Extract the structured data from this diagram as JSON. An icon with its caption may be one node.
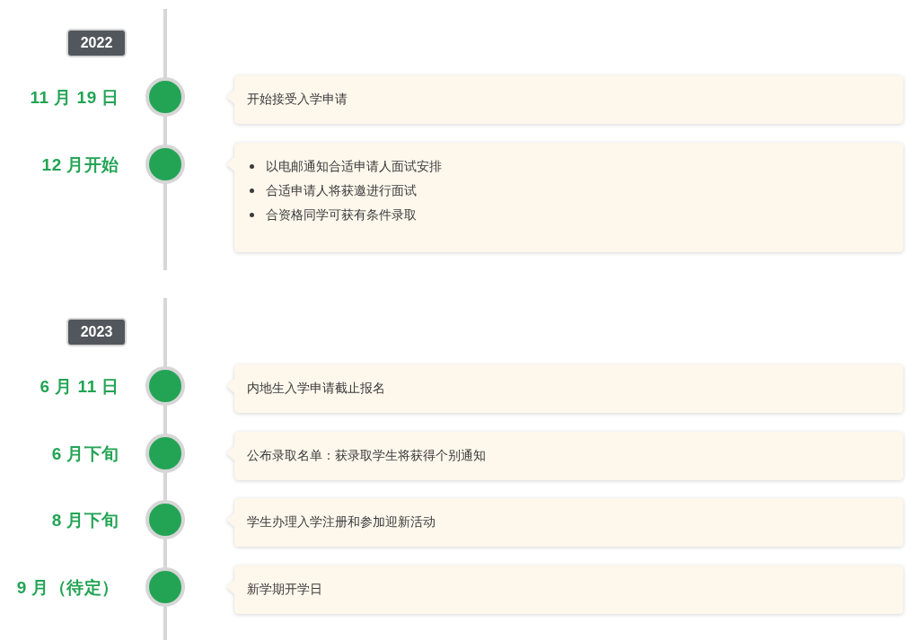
{
  "diagram": {
    "nodes": [
      {
        "text": [
          "2022"
        ]
      },
      {
        "text": [
          "开始接受入学申请"
        ]
      },
      {
        "text": [
          "以电邮通知合适申请人面试安排",
          "合适申请人将获邀进行面试",
          "合资格同学可获有条件录取"
        ]
      },
      {
        "text": [
          "2023"
        ]
      },
      {
        "text": [
          "内地生入学申请截止报名"
        ]
      },
      {
        "text": [
          "公布录取名单：获录取学生将获得个别通知"
        ]
      },
      {
        "text": [
          "学生办理入学注册和参加迎新活动"
        ]
      },
      {
        "text": [
          "新学期开学日"
        ]
      }
    ],
    "labels": [
      "11 月 19 日",
      "12 月开始",
      "6 月 11 日",
      "6 月下旬",
      "8 月下旬",
      "9 月（待定）"
    ]
  }
}
